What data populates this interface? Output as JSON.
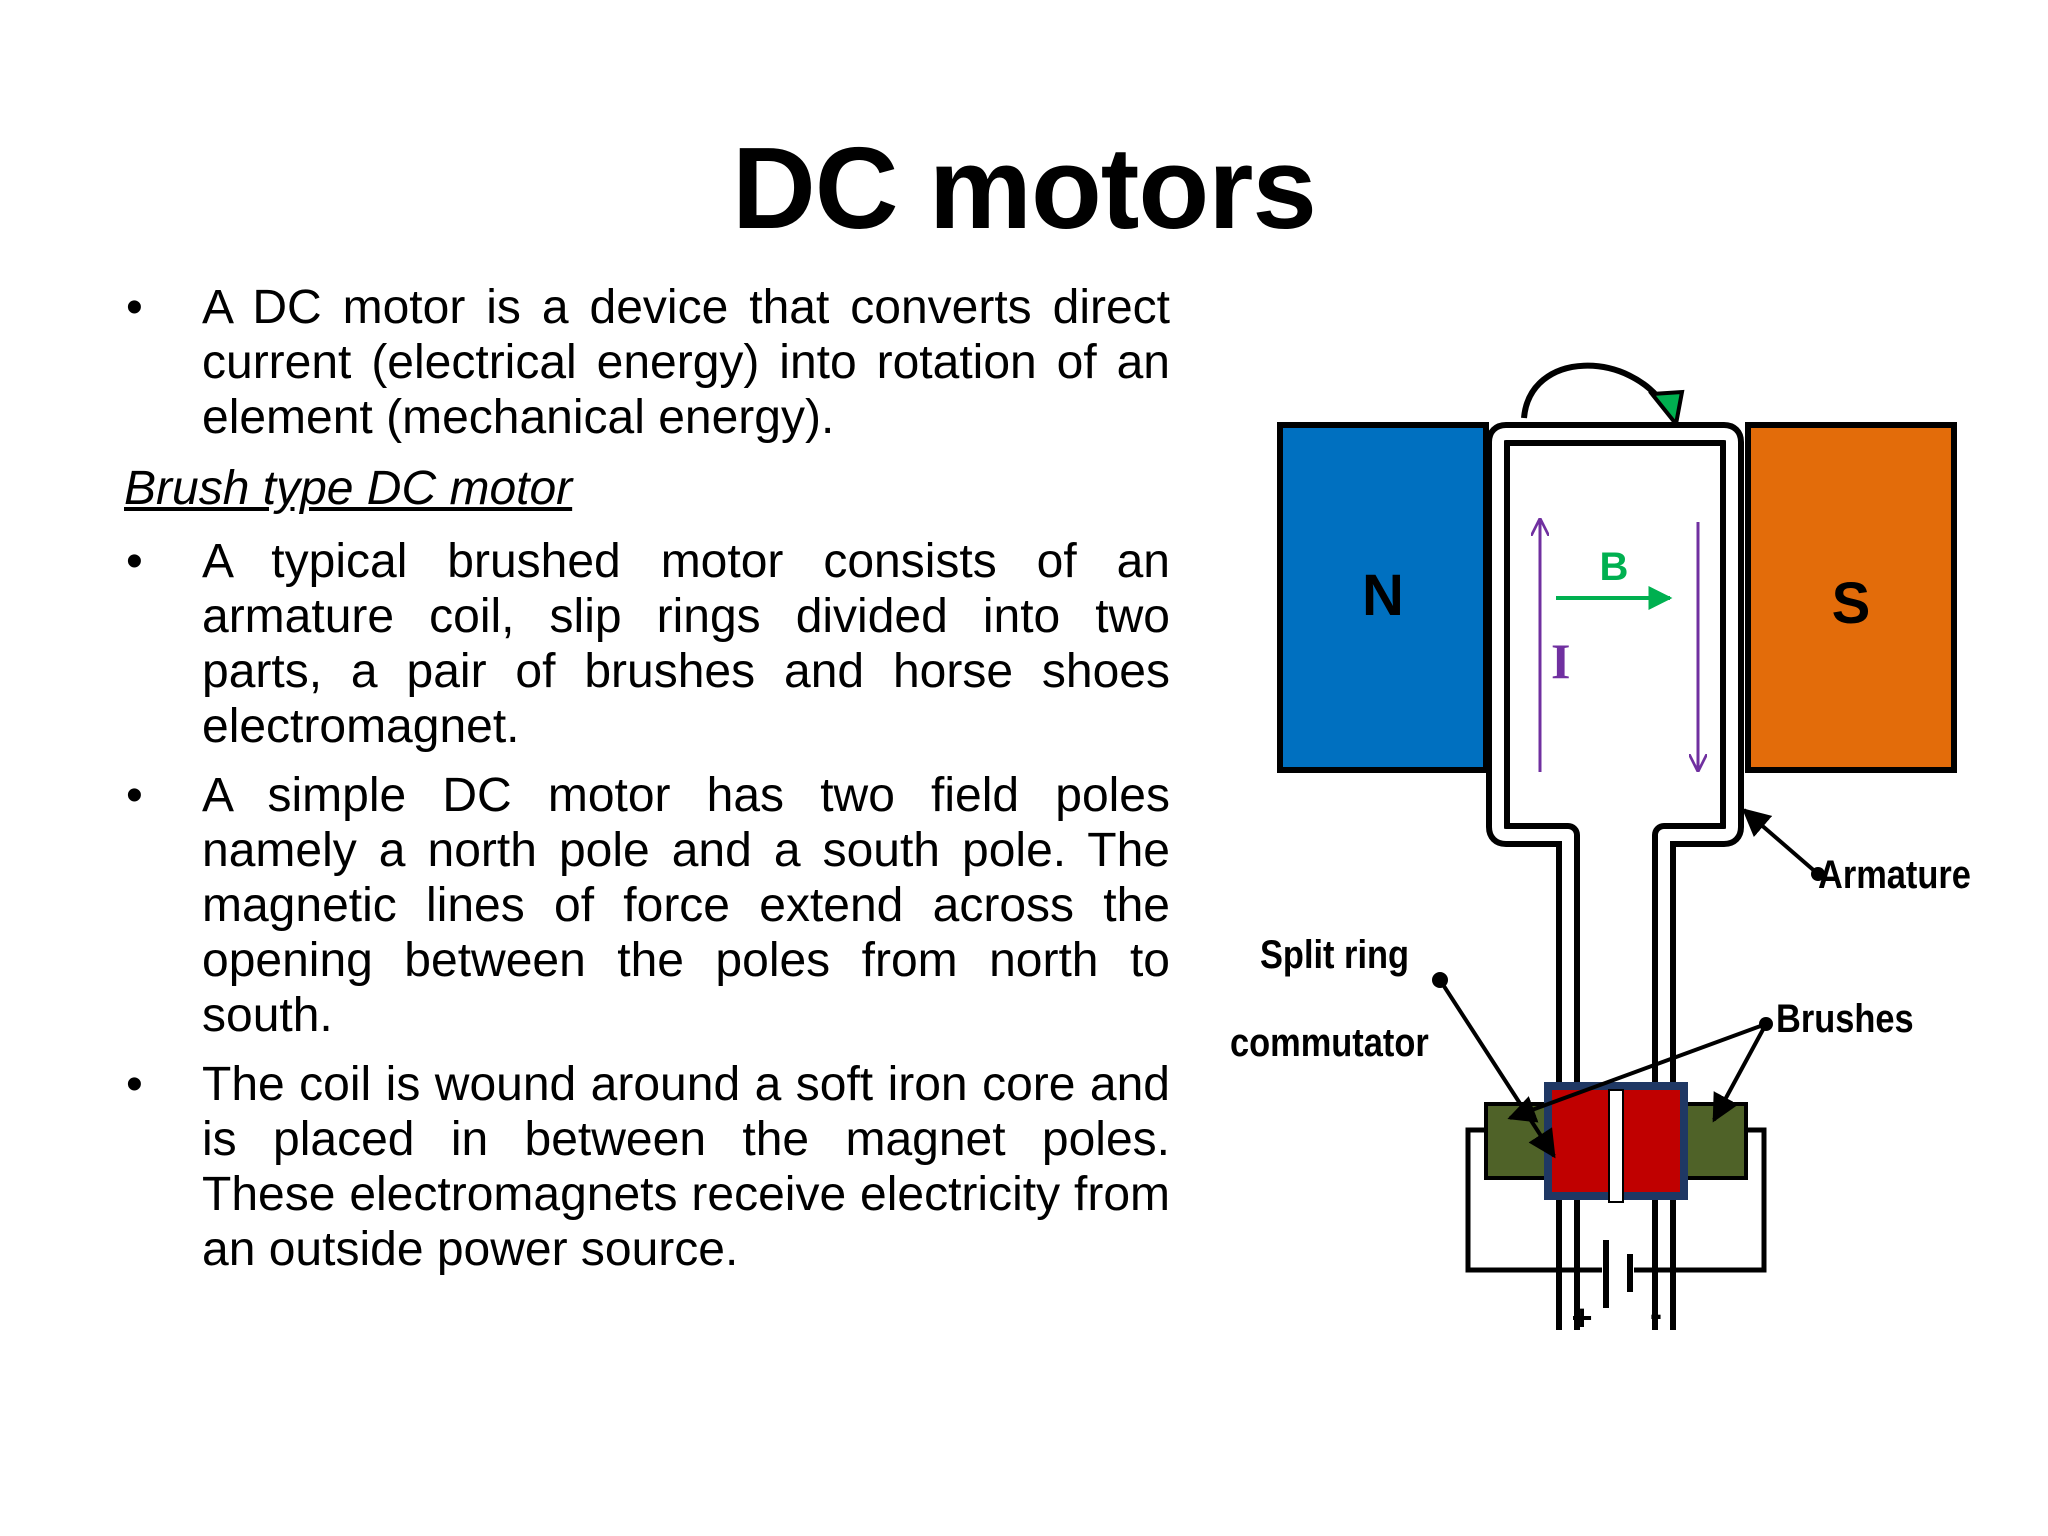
{
  "slide": {
    "title": "DC motors",
    "intro_bullet": "A DC motor is a device that converts direct current (electrical energy) into rotation of an element (mechanical energy).",
    "subheading": "Brush type DC motor",
    "bullets": [
      "A typical brushed motor consists of an armature coil, slip rings divided into two parts, a pair of brushes and horse shoes electromagnet.",
      "A simple DC motor has two field poles namely a north pole and a south pole. The magnetic lines of force extend across the opening between the poles from north to south.",
      "The coil is wound around a soft iron core and is placed in between the magnet poles. These electromagnets receive electricity from an outside power source."
    ],
    "bullet_glyph": "•"
  },
  "diagram": {
    "north_label": "N",
    "south_label": "S",
    "field_label": "B",
    "current_label": "I",
    "armature_label": "Armature",
    "split_ring_label": "Split ring",
    "commutator_label": "commutator",
    "brushes_label": "Brushes",
    "plus_label": "+",
    "minus_label": "-",
    "colors": {
      "north_pole": "#0070c0",
      "south_pole": "#e36c0a",
      "field_arrow": "#00b050",
      "current_arrow": "#7030a0",
      "commutator": "#c00000",
      "commutator_border": "#1f3864",
      "brush": "#4f6228"
    }
  }
}
